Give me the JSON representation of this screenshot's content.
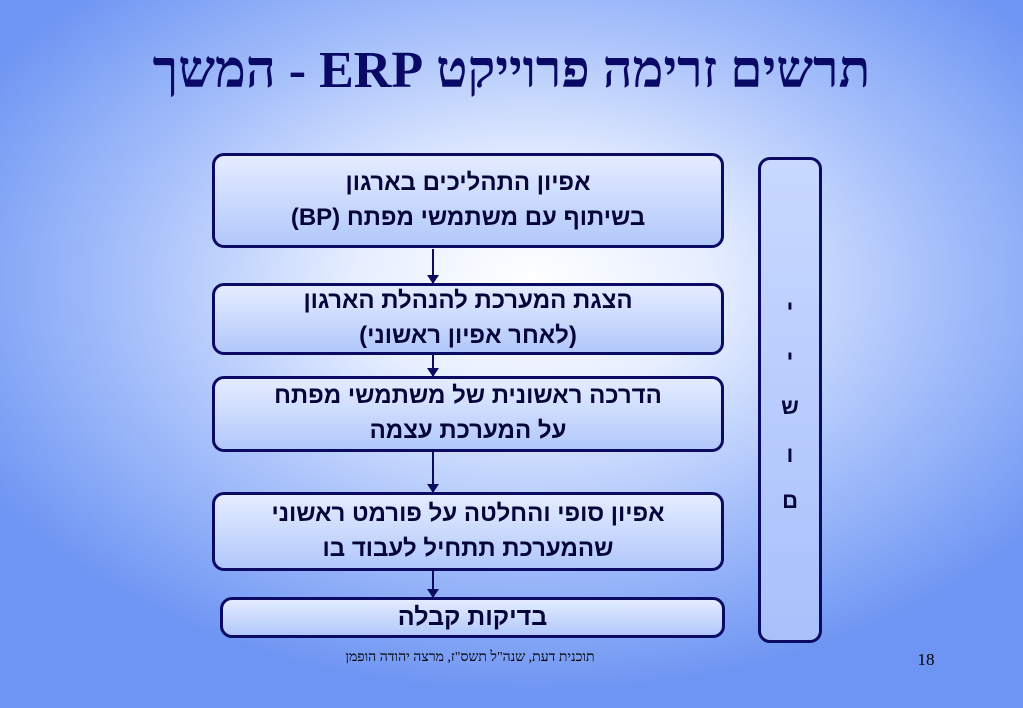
{
  "title": "תרשים זרימה פרוייקט ERP - המשך",
  "steps": [
    {
      "line1": "אפיון התהליכים בארגון",
      "line2": "בשיתוף עם משתמשי מפתח (BP)"
    },
    {
      "line1": "הצגת המערכת להנהלת הארגון",
      "line2": "(לאחר אפיון ראשוני)"
    },
    {
      "line1": "הדרכה ראשונית של משתמשי מפתח",
      "line2": "על המערכת עצמה"
    },
    {
      "line1": "אפיון סופי והחלטה על פורמט ראשוני",
      "line2": "שהמערכת תתחיל לעבוד בו"
    },
    {
      "line1": "בדיקות קבלה"
    }
  ],
  "side_label": {
    "letters": [
      "י",
      "י",
      "ש",
      "ו",
      "ם"
    ]
  },
  "footer": "תוכנית דעת, שנה\"ל תשס\"ז, מרצה יהודה הופמן",
  "page_number": "18",
  "colors": {
    "border": "#0b0b63",
    "title": "#0a0a66",
    "box_fill": "#c8d8ff"
  }
}
